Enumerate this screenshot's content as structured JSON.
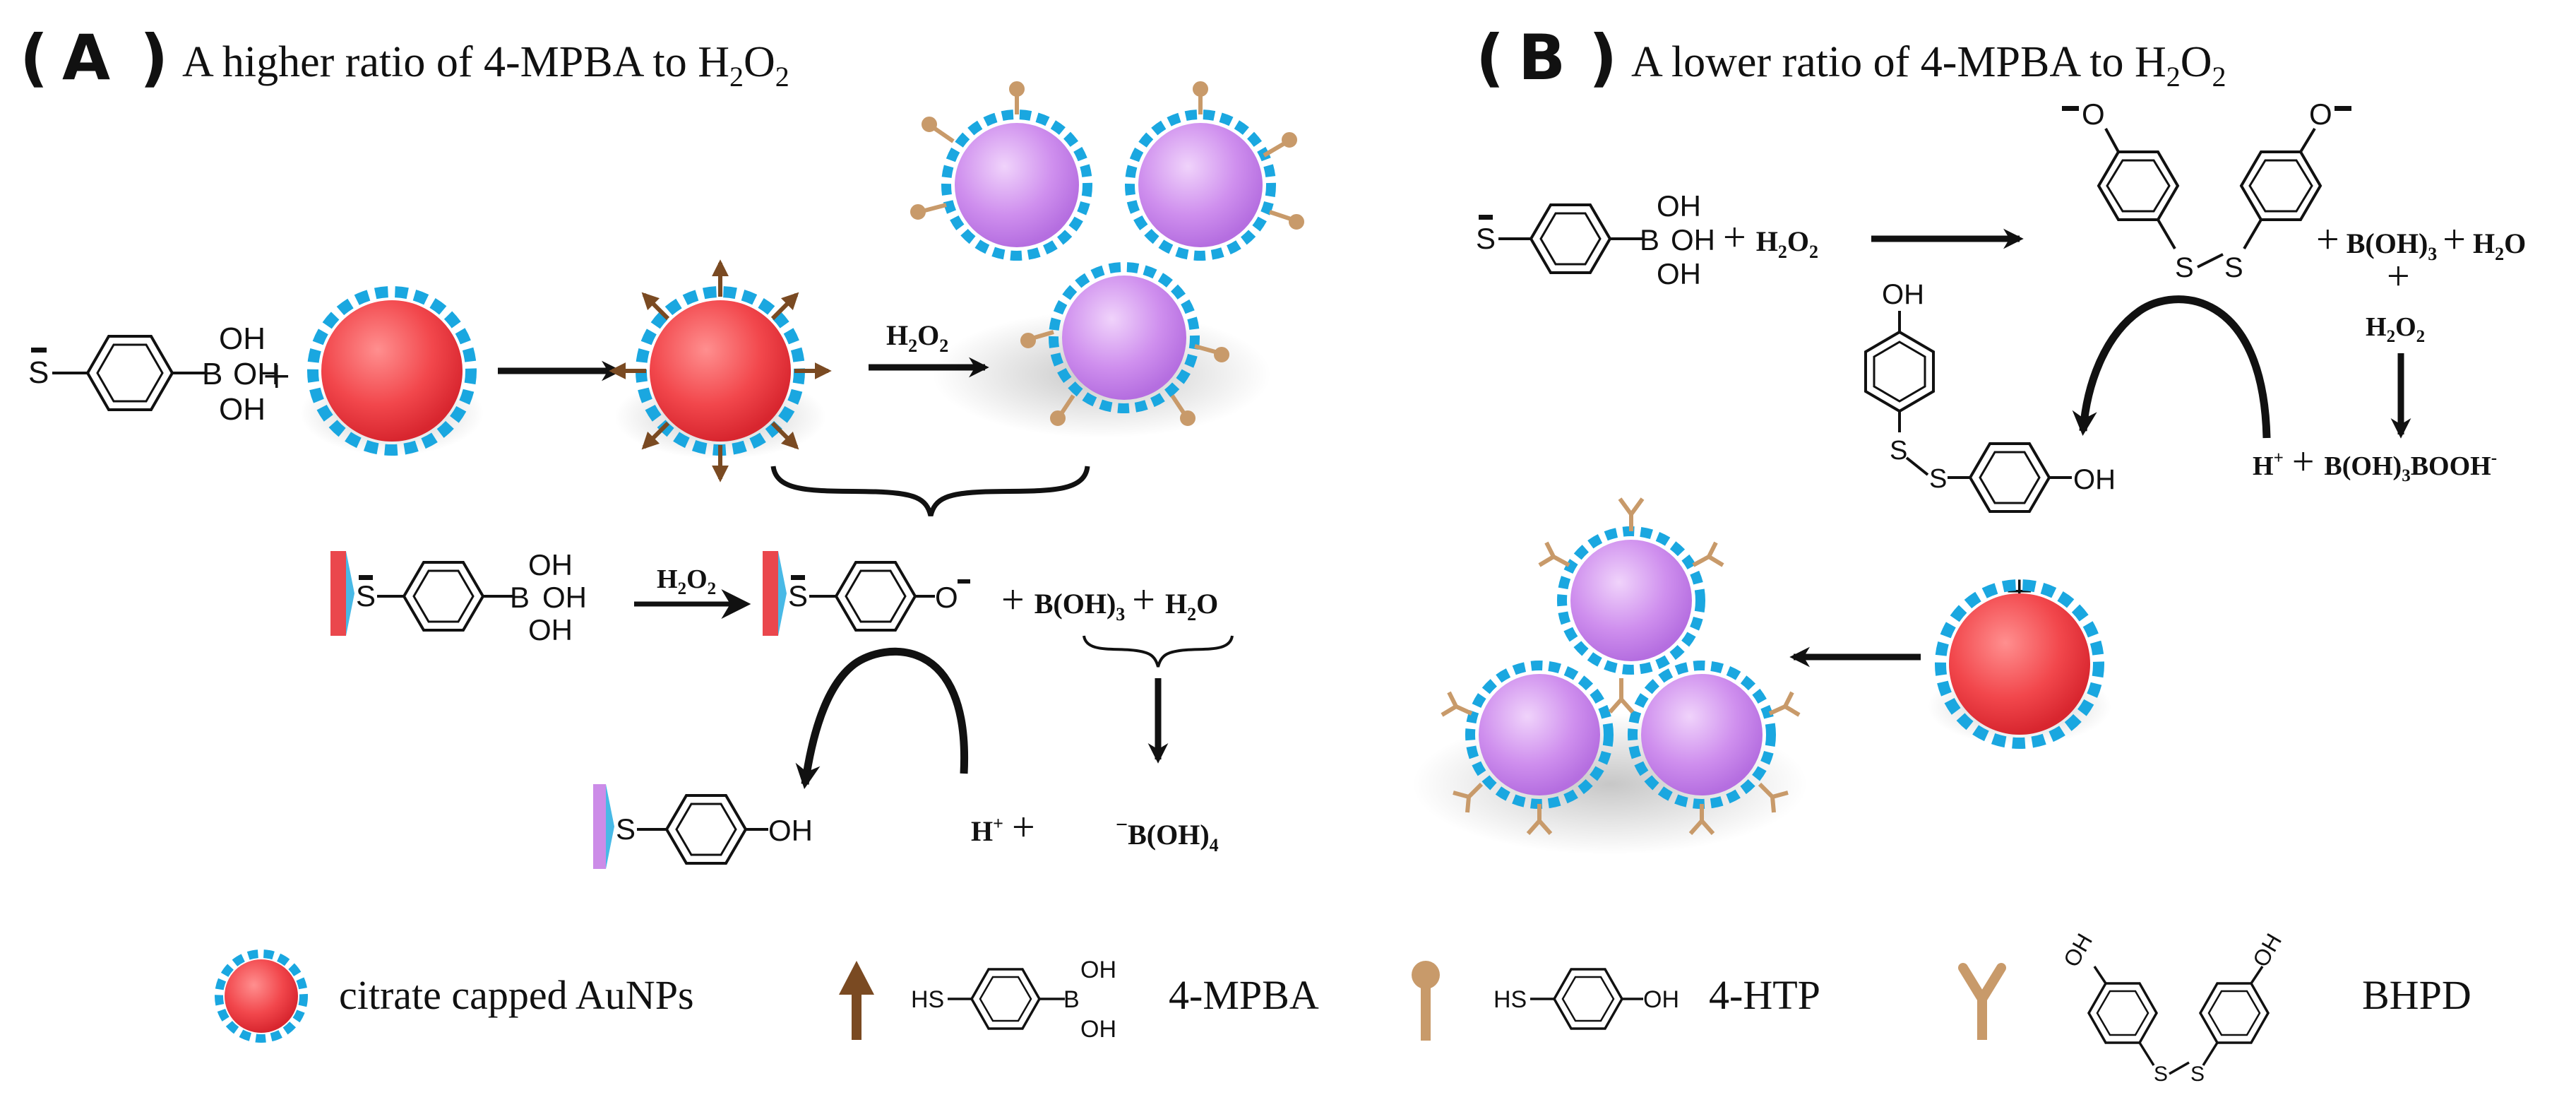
{
  "colors": {
    "gold_particle": "#e8333a",
    "aggregated_particle": "#c77fe6",
    "citrate_layer": "#1aa7e0",
    "mpba_arrow": "#7a4a22",
    "htp_ligand": "#c89a6a",
    "bhpd_ligand": "#c89a6a"
  },
  "panel_a": {
    "letter": "A",
    "title": "A higher ratio of 4-MPBA to H",
    "title_sub1": "2",
    "title_o": "O",
    "title_sub2": "2",
    "reaction1": {
      "h2o2": "H",
      "h2o2_sub1": "2",
      "h2o2_o": "O",
      "h2o2_sub2": "2"
    },
    "reaction2": {
      "h2o2": "H",
      "h2o2_sub1": "2",
      "h2o2_o": "O",
      "h2o2_sub2": "2",
      "b_oh3": "B(OH)",
      "b_oh3_sub": "3",
      "h2o": "H",
      "h2o_sub": "2",
      "h2o_o": "O"
    },
    "reaction3": {
      "h_plus": "H",
      "h_plus_sup": "+",
      "borate_minus": "−",
      "borate": "B(OH)",
      "borate_sub": "4"
    }
  },
  "panel_b": {
    "letter": "B",
    "title": "A lower ratio of 4-MPBA to H",
    "title_sub1": "2",
    "title_o": "O",
    "title_sub2": "2",
    "reactant_h2o2": "H",
    "reactant_h2o2_sub1": "2",
    "reactant_h2o2_o": "O",
    "reactant_h2o2_sub2": "2",
    "b_oh3": "B(OH)",
    "b_oh3_sub": "3",
    "h2o": "H",
    "h2o_sub": "2",
    "h2o_o": "O",
    "h2o2_2": "H",
    "h2o2_2_sub1": "2",
    "h2o2_2_o": "O",
    "h2o2_2_sub2": "2",
    "h_plus": "H",
    "h_plus_sup": "+",
    "perborate": "B(OH)",
    "perborate_sub": "3",
    "perborate_rest": "BOOH",
    "perborate_sup": "-"
  },
  "legend": {
    "citrate_label": "citrate capped AuNPs",
    "mpba_label": "4-MPBA",
    "htp_label": "4-HTP",
    "bhpd_label": "BHPD"
  },
  "chem_labels": {
    "S": "S",
    "HS": "HS",
    "B": "B",
    "OH": "OH",
    "O": "O",
    "minus": "−",
    "plus": "+"
  }
}
